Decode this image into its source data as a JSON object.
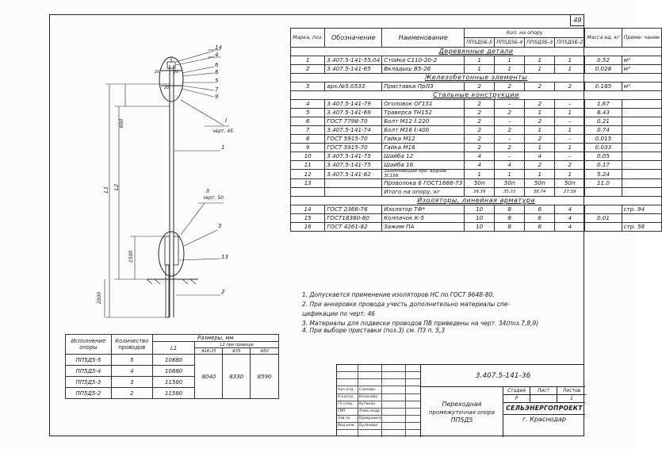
{
  "sheet_number": "49",
  "spec_table": {
    "headers": {
      "mark": "Марка, поз.",
      "designation": "Обозначение",
      "name": "Наименование",
      "qty_group": "Кол. на опору",
      "qty_cols": [
        "ПП5Д5Б-5",
        "ПП5Д5Б-4",
        "ПП5Д5Б-3",
        "ПП5Д5Б-2"
      ],
      "mass": "Масса ед. кг",
      "note": "Приме- чание"
    },
    "sections": [
      {
        "title": "Деревянные детали",
        "rows": [
          {
            "pos": "1",
            "des": "3.407.5-141-55.04",
            "name": "Стойка С110-20-2",
            "q": [
              "1",
              "1",
              "1",
              "1"
            ],
            "mass": "0.52",
            "note": "м³"
          },
          {
            "pos": "2",
            "des": "3.407.5-141-65",
            "name": "Вкладыш В5-26",
            "q": [
              "1",
              "1",
              "1",
              "1"
            ],
            "mass": "0.028",
            "note": "м³"
          }
        ]
      },
      {
        "title": "Железобетонные элементы",
        "rows": [
          {
            "pos": "3",
            "des": "арх.№5.0533",
            "name": "Приставка ПрЛ3",
            "q": [
              "2",
              "2",
              "2",
              "2"
            ],
            "mass": "0.185",
            "note": "м³"
          }
        ]
      },
      {
        "title": "Стальные конструкции",
        "rows": [
          {
            "pos": "4",
            "des": "3.407.5-141-79",
            "name": "Оголовок ОГ151",
            "q": [
              "2",
              "–",
              "2",
              "–"
            ],
            "mass": "1.67",
            "note": ""
          },
          {
            "pos": "5",
            "des": "3.407.5-141-69",
            "name": "Траверса ТН152",
            "q": [
              "2",
              "2",
              "1",
              "1"
            ],
            "mass": "8.43",
            "note": ""
          },
          {
            "pos": "6",
            "des": "ГОСТ 7798-70",
            "name": "Болт М12 ℓ:220",
            "q": [
              "2",
              "–",
              "2",
              "–"
            ],
            "mass": "0.21",
            "note": ""
          },
          {
            "pos": "7",
            "des": "3.407.5-141-74",
            "name": "Болт М16 ℓ:400",
            "q": [
              "2",
              "2",
              "1",
              "1"
            ],
            "mass": "0.74",
            "note": ""
          },
          {
            "pos": "8",
            "des": "ГОСТ 5915-70",
            "name": "Гайка М12",
            "q": [
              "2",
              "–",
              "2",
              "–"
            ],
            "mass": "0.015",
            "note": ""
          },
          {
            "pos": "9",
            "des": "ГОСТ 5915-70",
            "name": "Гайка М16",
            "q": [
              "2",
              "2",
              "1",
              "1"
            ],
            "mass": "0.033",
            "note": ""
          },
          {
            "pos": "10",
            "des": "3.407.5-141-75",
            "name": "Шайба 12",
            "q": [
              "4",
              "–",
              "4",
              "–"
            ],
            "mass": "0.05",
            "note": ""
          },
          {
            "pos": "11",
            "des": "3.407.5-141-75",
            "name": "Шайба 16",
            "q": [
              "4",
              "4",
              "2",
              "2"
            ],
            "mass": "0.17",
            "note": ""
          },
          {
            "pos": "12",
            "des": "3.407.5-141-82",
            "name": "Заземляющий про- водник ЗС158",
            "q": [
              "1",
              "1",
              "1",
              "1"
            ],
            "mass": "5.24",
            "note": ""
          },
          {
            "pos": "13",
            "des": "",
            "name": "Проволока 6 ГОСТ1668-73",
            "q": [
              "50п",
              "50п",
              "50п",
              "50п"
            ],
            "mass": "11.0",
            "note": ""
          },
          {
            "pos": "",
            "des": "",
            "name": "Итого на опору, кг",
            "q": [
              "39.39",
              "35.33",
              "38.74",
              "27.59"
            ],
            "mass": "",
            "note": ""
          }
        ]
      },
      {
        "title": "Изоляторы, линейная арматура",
        "rows": [
          {
            "pos": "14",
            "des": "ГОСТ 2366-76",
            "name": "Изолятор ТФ*",
            "q": [
              "10",
              "8",
              "6",
              "4"
            ],
            "mass": "",
            "note": "стр. 94"
          },
          {
            "pos": "15",
            "des": "ГОСТ18380-80",
            "name": "Колпачок К-5",
            "q": [
              "10",
              "8",
              "6",
              "4"
            ],
            "mass": "0.01",
            "note": ""
          },
          {
            "pos": "16",
            "des": "ГОСТ 4261-82",
            "name": "Зажим ПА",
            "q": [
              "10",
              "8",
              "6",
              "4"
            ],
            "mass": "",
            "note": "стр. 58"
          }
        ]
      }
    ]
  },
  "notes": [
    "1. Допускается применение изоляторов НС по ГОСТ 9648-80.",
    "2. При анкеровке провода учесть дополнительно материалы спе-",
    "   цификации по черт. 46",
    "3. Материалы для подвески проводов ПВ приведены на черт. 34(поз.7,8,9)",
    "4. При выборе приставки (поз.3) см. ПЗ п. 5,3"
  ],
  "exec_table": {
    "h_exec": "Исполнение опоры",
    "h_count": "Количество проводов",
    "h_dims": "Размеры, мм",
    "h_L1": "L1",
    "h_L": "L2 при проводе",
    "h_wires": [
      "А16-25",
      "А35",
      "А50"
    ],
    "rows": [
      {
        "exec": "ПП5Д5-5",
        "count": "5",
        "L1": "10880"
      },
      {
        "exec": "ПП5Д5-4",
        "count": "4",
        "L1": "10880"
      },
      {
        "exec": "ПП5Д5-3",
        "count": "3",
        "L1": "11580"
      },
      {
        "exec": "ПП5Д5-2",
        "count": "2",
        "L1": "11580"
      }
    ],
    "L_values": [
      "8040",
      "8330",
      "8590"
    ]
  },
  "drawing": {
    "callouts": [
      "14",
      "4",
      "6",
      "8",
      "5",
      "7",
      "9",
      "1",
      "3",
      "13",
      "2"
    ],
    "dim_left_top": "600",
    "dim_L1": "L1",
    "dim_L2": "L2",
    "dim_1500": "1500",
    "dim_2000": "2000",
    "view_I": "I",
    "view_I_ref": "черт. 45",
    "view_II": "II",
    "view_II_ref": "черт. 50",
    "top_dims": [
      "20",
      "20",
      "20"
    ]
  },
  "title_block": {
    "code": "3.407.5-141-36",
    "name_lines": [
      "Переходная",
      "промежуточная опора",
      "ПП5Д5"
    ],
    "stage_label": "Стадия",
    "stage": "Р",
    "sheet_label": "Лист",
    "sheet": "",
    "sheets_label": "Листов",
    "sheets": "1",
    "org": "СЕЛЬЭНЕРГОПРОЕКТ",
    "city": "г. Краснодар",
    "sign_rows": [
      {
        "role": "Нач.отд.",
        "name": "Слизова"
      },
      {
        "role": "Н.контр.",
        "name": "Беланова"
      },
      {
        "role": "Гл.спец.",
        "name": "Кутихин"
      },
      {
        "role": "ГИП",
        "name": "Александр"
      },
      {
        "role": "Зав.гр.",
        "name": "Кривушина"
      },
      {
        "role": "Вед.инж.",
        "name": "Буланова"
      }
    ]
  }
}
